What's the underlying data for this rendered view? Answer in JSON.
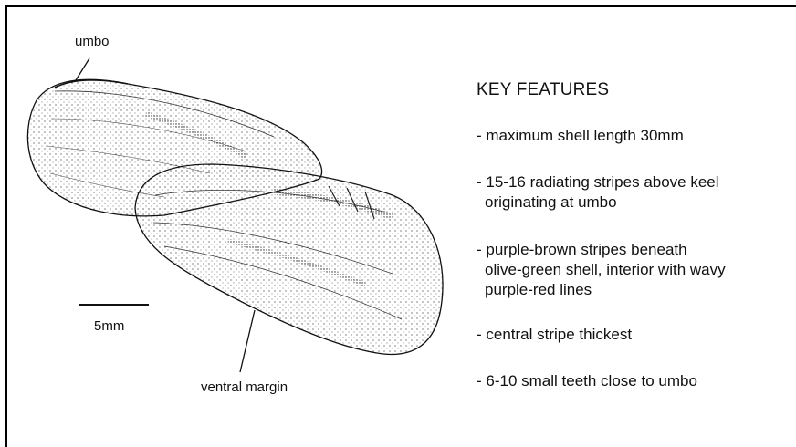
{
  "labels": {
    "umbo": "umbo",
    "scale": "5mm",
    "ventral_margin": "ventral margin"
  },
  "key": {
    "title": "KEY FEATURES",
    "features": [
      {
        "line1": "- maximum shell length 30mm",
        "line2": "",
        "line3": ""
      },
      {
        "line1": "- 15-16 radiating stripes above keel",
        "line2": "originating at umbo",
        "line3": ""
      },
      {
        "line1": "- purple-brown stripes beneath",
        "line2": "olive-green shell, interior with wavy",
        "line3": "purple-red lines"
      },
      {
        "line1": "- central stripe thickest",
        "line2": "",
        "line3": ""
      },
      {
        "line1": "- 6-10 small teeth close to umbo",
        "line2": "",
        "line3": ""
      }
    ]
  }
}
